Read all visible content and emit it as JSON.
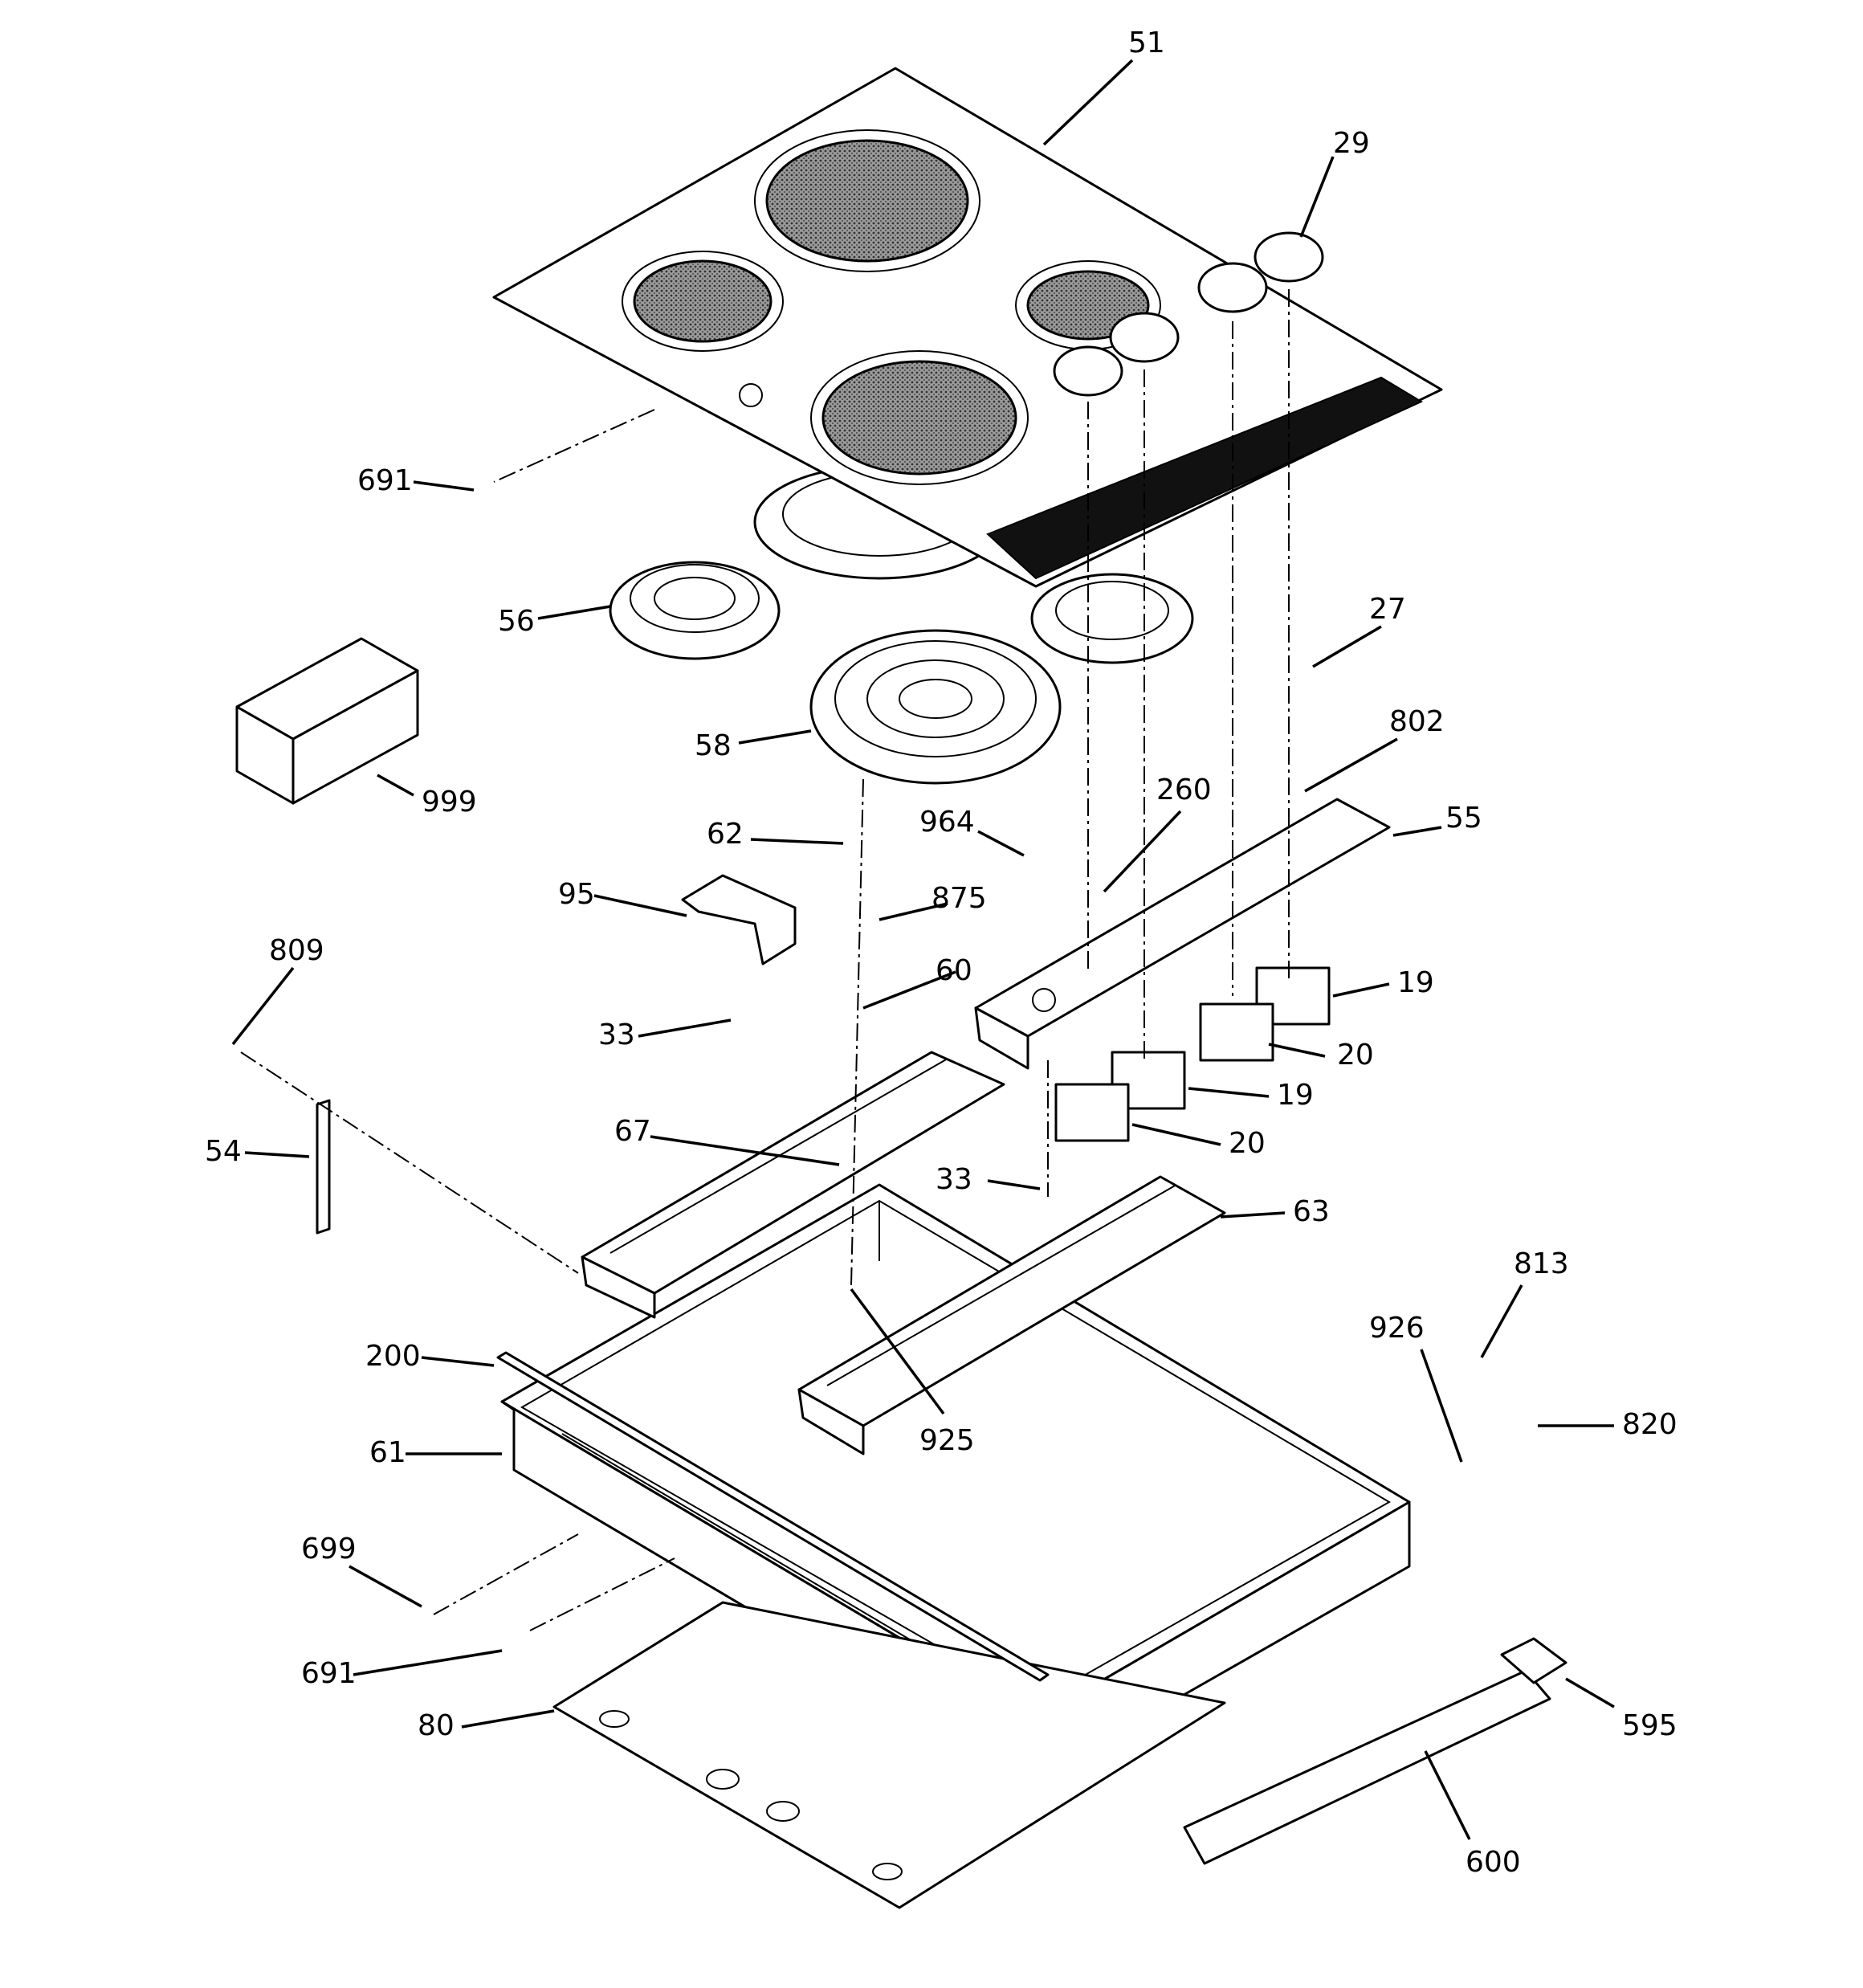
{
  "diagram": {
    "callouts": [
      {
        "id": "c51",
        "text": "51"
      },
      {
        "id": "c29",
        "text": "29"
      },
      {
        "id": "c691a",
        "text": "691"
      },
      {
        "id": "c56",
        "text": "56"
      },
      {
        "id": "c27",
        "text": "27"
      },
      {
        "id": "c58",
        "text": "58"
      },
      {
        "id": "c999",
        "text": "999"
      },
      {
        "id": "c802",
        "text": "802"
      },
      {
        "id": "c260",
        "text": "260"
      },
      {
        "id": "c62",
        "text": "62"
      },
      {
        "id": "c964",
        "text": "964"
      },
      {
        "id": "c55",
        "text": "55"
      },
      {
        "id": "c95",
        "text": "95"
      },
      {
        "id": "c875",
        "text": "875"
      },
      {
        "id": "c809",
        "text": "809"
      },
      {
        "id": "c60",
        "text": "60"
      },
      {
        "id": "c19a",
        "text": "19"
      },
      {
        "id": "c33a",
        "text": "33"
      },
      {
        "id": "c20a",
        "text": "20"
      },
      {
        "id": "c19b",
        "text": "19"
      },
      {
        "id": "c54",
        "text": "54"
      },
      {
        "id": "c67",
        "text": "67"
      },
      {
        "id": "c20b",
        "text": "20"
      },
      {
        "id": "c33b",
        "text": "33"
      },
      {
        "id": "c63",
        "text": "63"
      },
      {
        "id": "c813",
        "text": "813"
      },
      {
        "id": "c926",
        "text": "926"
      },
      {
        "id": "c200",
        "text": "200"
      },
      {
        "id": "c820",
        "text": "820"
      },
      {
        "id": "c61",
        "text": "61"
      },
      {
        "id": "c925",
        "text": "925"
      },
      {
        "id": "c699",
        "text": "699"
      },
      {
        "id": "c691b",
        "text": "691"
      },
      {
        "id": "c595",
        "text": "595"
      },
      {
        "id": "c80",
        "text": "80"
      },
      {
        "id": "c600",
        "text": "600"
      }
    ]
  }
}
